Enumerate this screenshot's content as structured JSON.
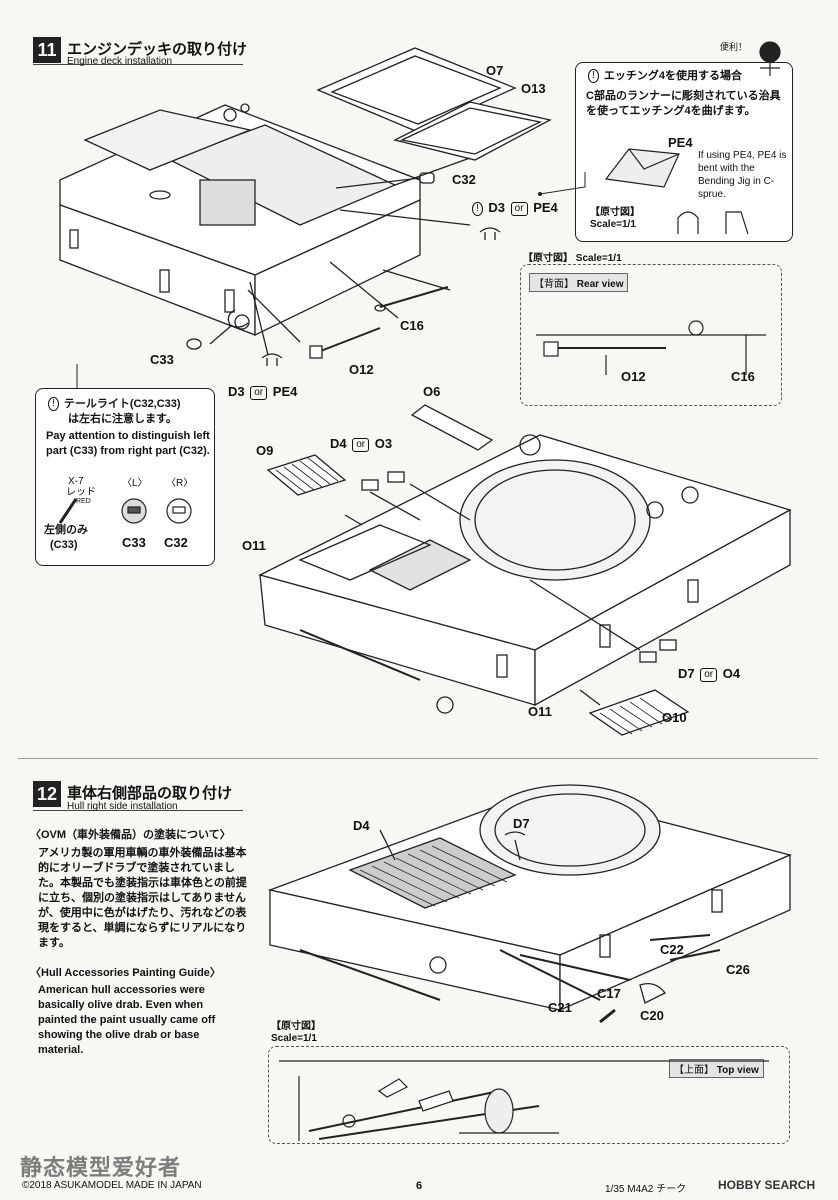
{
  "step11": {
    "number": "11",
    "title_jp": "エンジンデッキの取り付け",
    "title_en": "Engine deck installation"
  },
  "step12": {
    "number": "12",
    "title_jp": "車体右側部品の取り付け",
    "title_en": "Hull right side installation"
  },
  "etching_note": {
    "title": "エッチング4を使用する場合",
    "body": "C部品のランナーに彫刻されている治具を使ってエッチング4を曲げます。",
    "part": "PE4",
    "en": "If using PE4, PE4 is bent with the Bending Jig in C-sprue.",
    "scale_label": "【原寸図】",
    "scale": "Scale=1/1",
    "mascot_text": "便利！"
  },
  "rear_view": {
    "scale": "【原寸図】 Scale=1/1",
    "tag_jp": "【背面】",
    "tag_en": "Rear view",
    "labels": [
      "O12",
      "C16"
    ]
  },
  "taillight_note": {
    "jp_title": "テールライト(C32,C33)",
    "jp_body": "は左右に注意します。",
    "en": "Pay attention to distinguish left part (C33) from right part (C32).",
    "paint_code": "X-7",
    "paint_jp": "レッド",
    "paint_en": "RED",
    "left": "〈L〉",
    "right": "〈R〉",
    "left_only": "左側のみ",
    "left_only_part": "(C33)",
    "labels": [
      "C33",
      "C32"
    ]
  },
  "parts11": {
    "o7": "O7",
    "o13": "O13",
    "c32": "C32",
    "d3a": "D3",
    "or": "or",
    "pe4a": "PE4",
    "c16": "C16",
    "c33": "C33",
    "o12": "O12",
    "d3b": "D3",
    "pe4b": "PE4",
    "o6": "O6",
    "o9": "O9",
    "d4": "D4",
    "o3": "O3",
    "o11a": "O11",
    "d7": "D7",
    "o4": "O4",
    "o11b": "O11",
    "o10": "O10"
  },
  "ovm_note": {
    "title_jp": "〈OVM（車外装備品）の塗装について〉",
    "body_jp": "アメリカ製の軍用車輌の車外装備品は基本的にオリーブドラブで塗装されていました。本製品でも塗装指示は車体色との前提に立ち、個別の塗装指示はしてありませんが、使用中に色がはげたり、汚れなどの表現をすると、単調にならずにリアルになります。",
    "title_en": "〈Hull Accessories Painting Guide〉",
    "body_en": "American hull accessories were basically olive drab. Even when painted the paint usually came off showing the olive drab or base material."
  },
  "parts12": {
    "d4": "D4",
    "d7": "D7",
    "c22": "C22",
    "c26": "C26",
    "c21": "C21",
    "c17": "C17",
    "c20": "C20"
  },
  "top_view": {
    "scale_jp": "【原寸図】",
    "scale": "Scale=1/1",
    "tag_jp": "【上面】",
    "tag_en": "Top view"
  },
  "footer": {
    "watermark": "静态模型爱好者",
    "copyright": "©2018 ASUKAMODEL  MADE IN JAPAN",
    "page": "6",
    "product": "1/35 M4A2 チーク",
    "hobby_search": "HOBBY SEARCH"
  },
  "colors": {
    "ink": "#111111",
    "paper": "#f7f7f4",
    "step_bg": "#222222"
  }
}
